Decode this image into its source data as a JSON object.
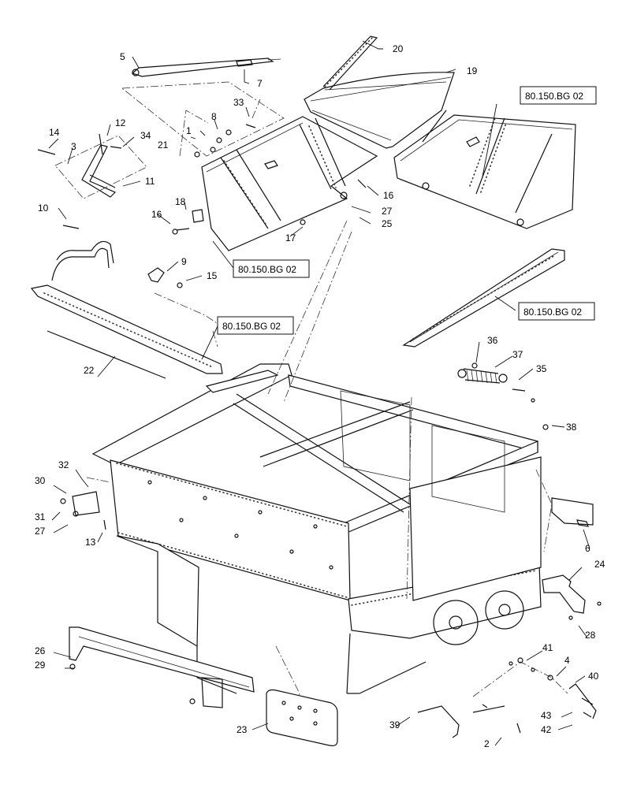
{
  "callouts": [
    "1",
    "2",
    "3",
    "4",
    "5",
    "6",
    "7",
    "8",
    "9",
    "10",
    "11",
    "12",
    "13",
    "14",
    "15",
    "16",
    "16",
    "17",
    "18",
    "19",
    "20",
    "21",
    "22",
    "23",
    "24",
    "25",
    "26",
    "27",
    "27",
    "28",
    "29",
    "30",
    "31",
    "32",
    "33",
    "34",
    "35",
    "36",
    "37",
    "38",
    "39",
    "40",
    "41",
    "42",
    "43"
  ],
  "reference_labels": [
    "80.150.BG 02",
    "80.150.BG 02",
    "80.150.BG 02",
    "80.150.BG 02"
  ]
}
